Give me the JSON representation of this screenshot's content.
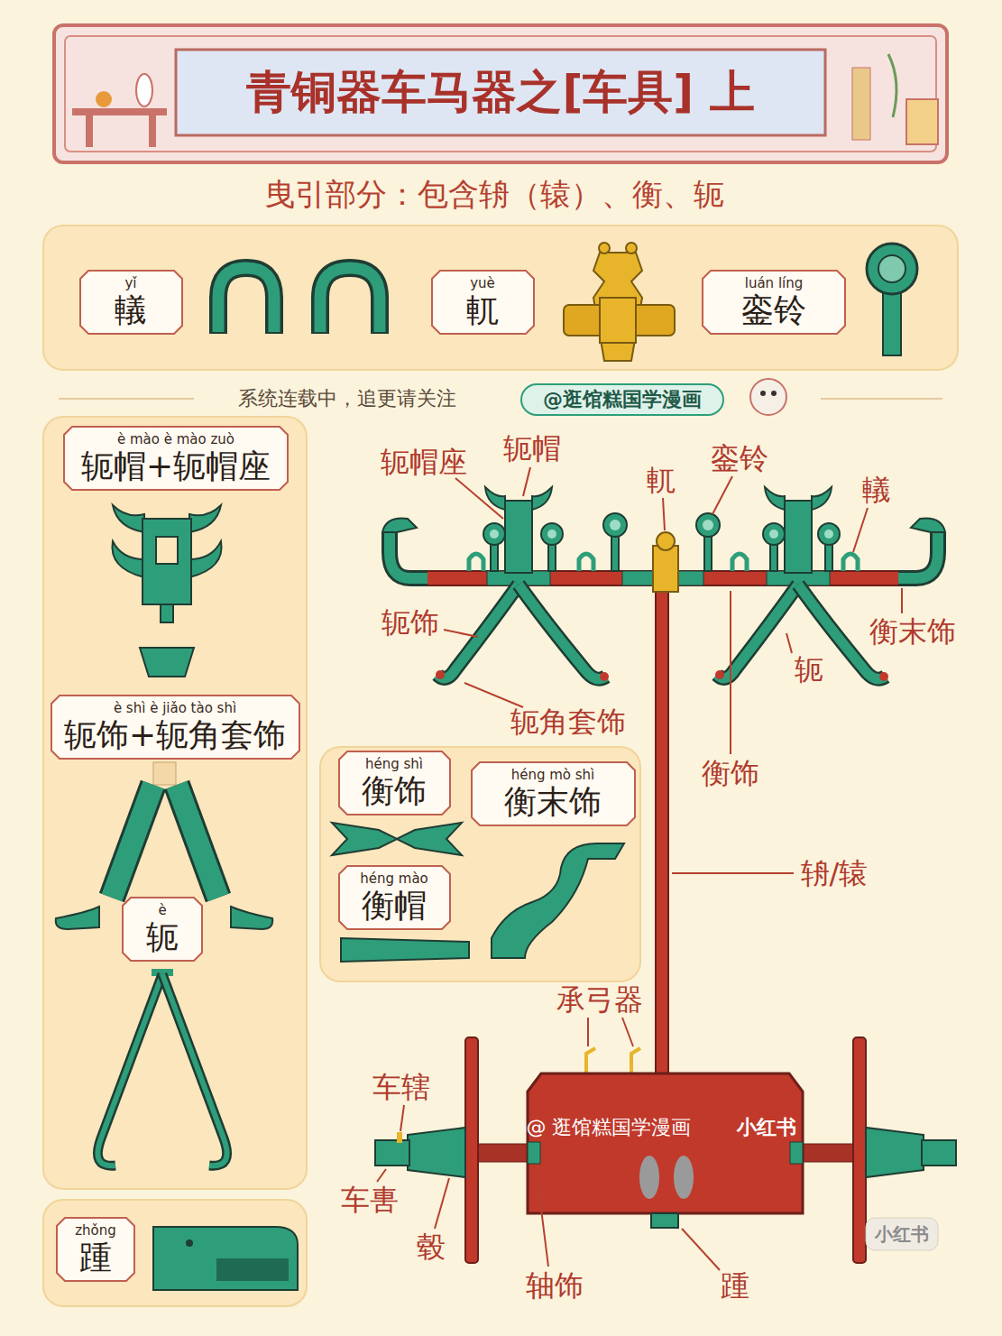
{
  "diagram": {
    "title": "青铜器车马器之[车具] 上",
    "nodes": [
      {
        "text": [
          "yǐ",
          "轙"
        ]
      },
      {
        "text": [
          "yuè",
          "軏"
        ]
      },
      {
        "text": [
          "luán líng",
          "銮铃"
        ]
      },
      {
        "text": [
          "è mào è mào zuò",
          "轭帽+轭帽座"
        ]
      },
      {
        "text": [
          "è shì è jiǎo tào shì",
          "轭饰+轭角套饰"
        ]
      },
      {
        "text": [
          "è",
          "轭"
        ]
      },
      {
        "text": [
          "héng shì",
          "衡饰"
        ]
      },
      {
        "text": [
          "héng mò shì",
          "衡末饰"
        ]
      },
      {
        "text": [
          "héng mào",
          "衡帽"
        ]
      },
      {
        "text": [
          "zhǒng",
          "踵"
        ]
      }
    ],
    "edges": [],
    "labels": [
      "曳引部分：包含辀（辕）、衡、轭",
      "系统连载中，追更请关注",
      "@逛馆糕国学漫画",
      "轭帽座",
      "轭帽",
      "軏",
      "銮铃",
      "轙",
      "轭饰",
      "衡末饰",
      "轭",
      "轭角套饰",
      "衡饰",
      "辀/辕",
      "承弓器",
      "车辖",
      "车軎",
      "毂",
      "轴饰",
      "踵",
      "@ 逛馆糕国学漫画",
      "小红书",
      "小红书"
    ]
  }
}
